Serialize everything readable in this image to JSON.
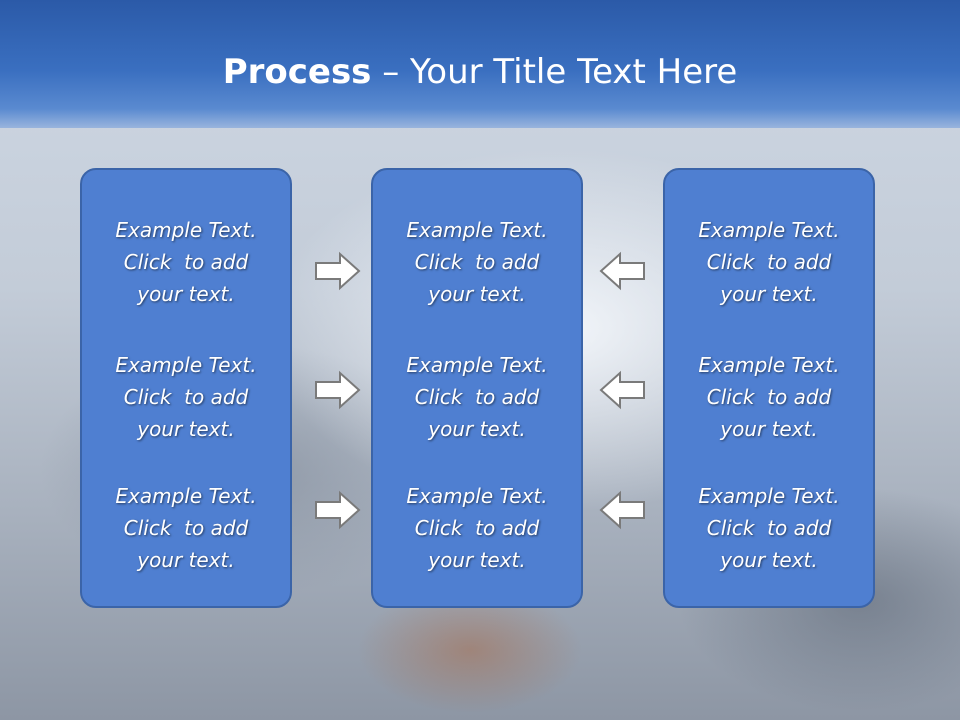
{
  "title": {
    "bold": "Process",
    "rest": " – Your Title Text Here"
  },
  "columns": [
    {
      "items": [
        {
          "line1": "Example Text.",
          "line2": "Click  to add",
          "line3": "your text."
        },
        {
          "line1": "Example Text.",
          "line2": "Click  to add",
          "line3": "your text."
        },
        {
          "line1": "Example Text.",
          "line2": "Click  to add",
          "line3": "your text."
        }
      ]
    },
    {
      "items": [
        {
          "line1": "Example Text.",
          "line2": "Click  to add",
          "line3": "your text."
        },
        {
          "line1": "Example Text.",
          "line2": "Click  to add",
          "line3": "your text."
        },
        {
          "line1": "Example Text.",
          "line2": "Click  to add",
          "line3": "your text."
        }
      ]
    },
    {
      "items": [
        {
          "line1": "Example Text.",
          "line2": "Click  to add",
          "line3": "your text."
        },
        {
          "line1": "Example Text.",
          "line2": "Click  to add",
          "line3": "your text."
        },
        {
          "line1": "Example Text.",
          "line2": "Click  to add",
          "line3": "your text."
        }
      ]
    }
  ],
  "arrows": {
    "left_group": "right-arrow-icon",
    "right_group": "left-arrow-icon"
  },
  "colors": {
    "header": "#2b5aa8",
    "box_fill": "#4f7fd1",
    "box_border": "#3b64a8",
    "arrow_fill": "#ffffff",
    "arrow_stroke": "#7a7a7a"
  }
}
